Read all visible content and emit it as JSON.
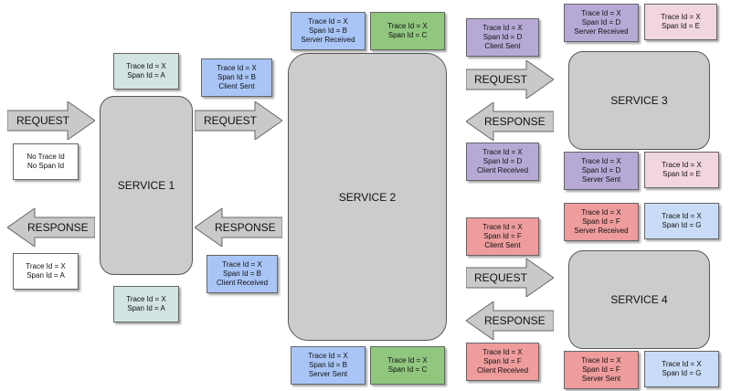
{
  "colors": {
    "white": "#ffffff",
    "teal": "#d3e3e3",
    "blue": "#a9c5f7",
    "green": "#90c67e",
    "purple": "#b7a9d6",
    "pink": "#f2d6dd",
    "red": "#ee9c9c",
    "lightblue": "#c9dcf7",
    "service_fill": "#cccccc",
    "arrow_fill": "#c9c9c9"
  },
  "services": {
    "s1": "SERVICE 1",
    "s2": "SERVICE 2",
    "s3": "SERVICE 3",
    "s4": "SERVICE 4"
  },
  "arrows": {
    "left_request": "REQUEST",
    "left_response": "RESPONSE",
    "mid_request": "REQUEST",
    "mid_response": "RESPONSE",
    "s3_request": "REQUEST",
    "s3_response": "RESPONSE",
    "s4_request": "REQUEST",
    "s4_response": "RESPONSE"
  },
  "notes": {
    "n_no_ids": [
      "No Trace Id",
      "No Span Id"
    ],
    "n_resp_a": [
      "Trace Id = X",
      "Span Id = A"
    ],
    "n_s1_top": [
      "Trace Id = X",
      "Span Id = A"
    ],
    "n_s1_bottom": [
      "Trace Id = X",
      "Span Id = A"
    ],
    "n_b_client_sent": [
      "Trace Id = X",
      "Span Id = B",
      "Client Sent"
    ],
    "n_b_client_received": [
      "Trace Id = X",
      "Span Id = B",
      "Client Received"
    ],
    "n_b_server_received": [
      "Trace Id = X",
      "Span Id = B",
      "Server Received"
    ],
    "n_c_top": [
      "Trace Id = X",
      "Span Id = C"
    ],
    "n_b_server_sent": [
      "Trace Id = X",
      "Span Id = B",
      "Server Sent"
    ],
    "n_c_bottom": [
      "Trace Id = X",
      "Span Id = C"
    ],
    "n_d_client_sent": [
      "Trace Id = X",
      "Span Id = D",
      "Client Sent"
    ],
    "n_d_client_received": [
      "Trace Id = X",
      "Span Id = D",
      "Client Received"
    ],
    "n_d_server_received": [
      "Trace Id = X",
      "Span Id = D",
      "Server Received"
    ],
    "n_e_top": [
      "Trace Id = X",
      "Span Id = E"
    ],
    "n_d_server_sent": [
      "Trace Id = X",
      "Span Id = D",
      "Server Sent"
    ],
    "n_e_bottom": [
      "Trace Id = X",
      "Span Id = E"
    ],
    "n_f_client_sent": [
      "Trace Id = X",
      "Span Id = F",
      "Client Sent"
    ],
    "n_f_client_received": [
      "Trace Id = X",
      "Span Id = F",
      "Client Received"
    ],
    "n_f_server_received": [
      "Trace Id = X",
      "Span Id = F",
      "Server Received"
    ],
    "n_g_top": [
      "Trace Id = X",
      "Span Id = G"
    ],
    "n_f_server_sent": [
      "Trace Id = X",
      "Span Id = F",
      "Server Sent"
    ],
    "n_g_bottom": [
      "Trace Id = X",
      "Span Id = G"
    ]
  }
}
